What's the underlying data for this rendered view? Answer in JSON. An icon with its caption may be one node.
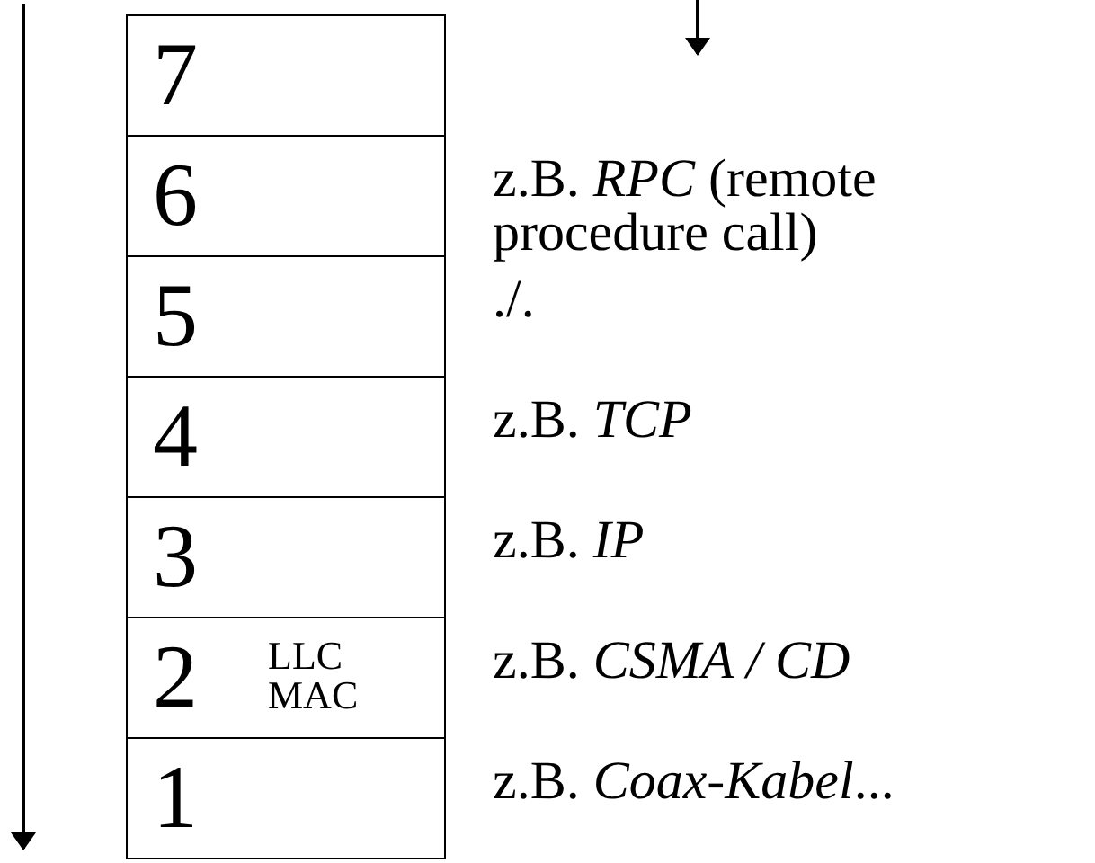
{
  "diagram": {
    "nodes": [
      {
        "text": [
          "7"
        ]
      },
      {
        "text": [
          "6"
        ],
        "beside": [
          "z.B. *RPC* (remote procedure call)"
        ]
      },
      {
        "text": [
          "5"
        ],
        "beside": [
          "./."
        ]
      },
      {
        "text": [
          "4"
        ],
        "beside": [
          "z.B. *TCP*"
        ]
      },
      {
        "text": [
          "3"
        ],
        "beside": [
          "z.B. *IP*"
        ]
      },
      {
        "text": [
          "2",
          "LLC MAC"
        ],
        "beside": [
          "z.B. *CSMA / CD*"
        ]
      },
      {
        "text": [
          "1"
        ],
        "beside": [
          "z.B. *Coax-Kabel*..."
        ]
      }
    ]
  }
}
